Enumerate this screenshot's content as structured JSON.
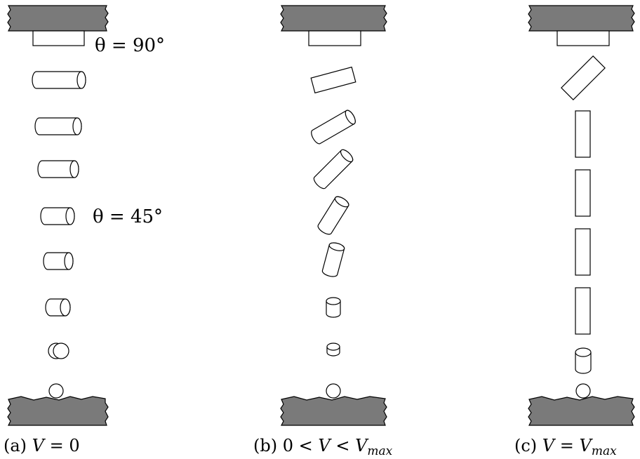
{
  "panels": [
    {
      "id": "a",
      "caption_prefix": "(a) ",
      "caption_var": "V",
      "caption_rest": " = 0"
    },
    {
      "id": "b",
      "caption_prefix": "(b) 0 < ",
      "caption_var": "V",
      "caption_mid": " < ",
      "caption_var2": "V",
      "caption_sub": "max"
    },
    {
      "id": "c",
      "caption_prefix": "(c) ",
      "caption_var": "V",
      "caption_mid": " = ",
      "caption_var2": "V",
      "caption_sub": "max"
    }
  ],
  "angle_labels": {
    "top": "θ = 90°",
    "middle": "θ = 45°"
  }
}
